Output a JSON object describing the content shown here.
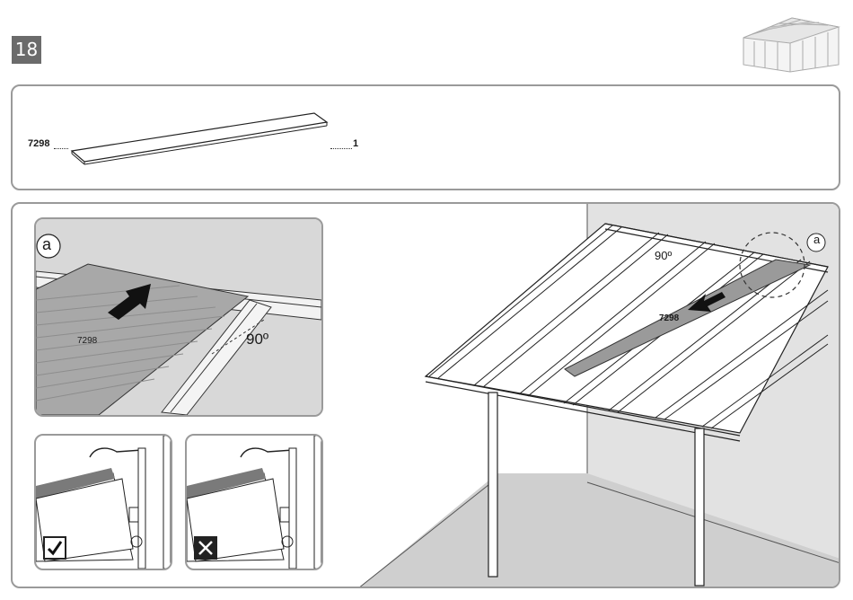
{
  "step": {
    "number": "18"
  },
  "parts": [
    {
      "code": "7298",
      "quantity": "1"
    }
  ],
  "detail_a": {
    "callout": "a",
    "part_code": "7298",
    "angle": "90º"
  },
  "main_view": {
    "callout": "a",
    "part_code": "7298",
    "angle": "90º"
  },
  "checks": [
    {
      "status": "correct",
      "icon": "checkmark-icon"
    },
    {
      "status": "incorrect",
      "icon": "cross-icon"
    }
  ]
}
